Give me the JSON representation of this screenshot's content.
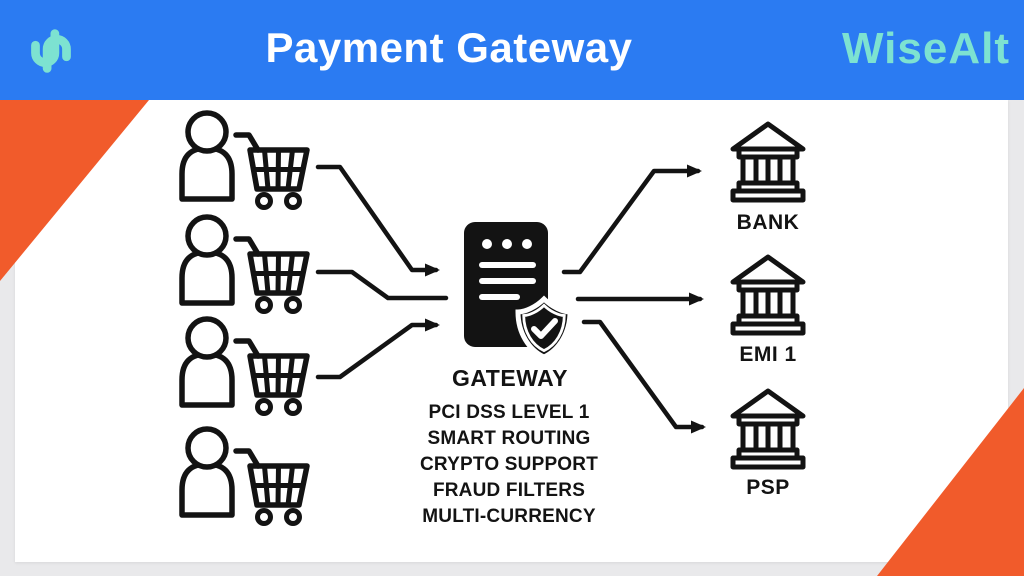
{
  "header": {
    "title": "Payment Gateway",
    "brand": "WiseAlt",
    "logo_icon": "wisealt-swirl-icon",
    "background_color": "#2B7BF2",
    "brand_color": "#7DE2D1"
  },
  "colors": {
    "accent_orange": "#F15B2B",
    "page_background": "#E9E9EB",
    "card_background": "#FFFFFF",
    "ink": "#131313"
  },
  "diagram": {
    "customers": [
      {
        "name": "customer-1",
        "icons": [
          "person-icon",
          "shopping-cart-icon"
        ]
      },
      {
        "name": "customer-2",
        "icons": [
          "person-icon",
          "shopping-cart-icon"
        ]
      },
      {
        "name": "customer-3",
        "icons": [
          "person-icon",
          "shopping-cart-icon"
        ]
      },
      {
        "name": "customer-4",
        "icons": [
          "person-icon",
          "shopping-cart-icon"
        ]
      }
    ],
    "gateway": {
      "label": "GATEWAY",
      "icon": "payment-terminal-icon",
      "badge_icon": "shield-check-icon",
      "features": [
        "PCI DSS LEVEL 1",
        "SMART ROUTING",
        "CRYPTO SUPPORT",
        "FRAUD FILTERS",
        "MULTI-CURRENCY"
      ]
    },
    "destinations": [
      {
        "label": "BANK",
        "icon": "bank-icon"
      },
      {
        "label": "EMI 1",
        "icon": "bank-icon"
      },
      {
        "label": "PSP",
        "icon": "bank-icon"
      }
    ]
  }
}
